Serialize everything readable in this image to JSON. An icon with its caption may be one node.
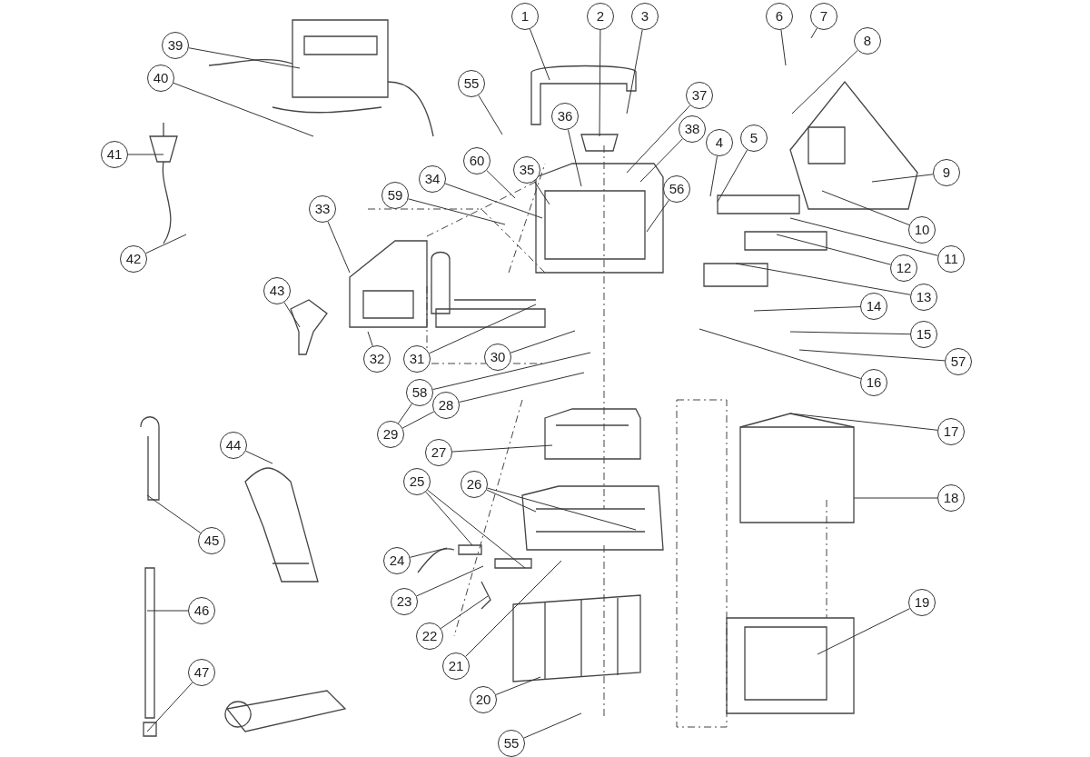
{
  "diagram": {
    "nodes": [
      {
        "text": [
          "39"
        ]
      },
      {
        "text": [
          "40"
        ]
      },
      {
        "text": [
          "55"
        ]
      },
      {
        "text": [
          "1"
        ]
      },
      {
        "text": [
          "2"
        ]
      },
      {
        "text": [
          "3"
        ]
      },
      {
        "text": [
          "6"
        ]
      },
      {
        "text": [
          "7"
        ]
      },
      {
        "text": [
          "8"
        ]
      },
      {
        "text": [
          "37"
        ]
      },
      {
        "text": [
          "36"
        ]
      },
      {
        "text": [
          "38"
        ]
      },
      {
        "text": [
          "4"
        ]
      },
      {
        "text": [
          "5"
        ]
      },
      {
        "text": [
          "41"
        ]
      },
      {
        "text": [
          "60"
        ]
      },
      {
        "text": [
          "35"
        ]
      },
      {
        "text": [
          "9"
        ]
      },
      {
        "text": [
          "34"
        ]
      },
      {
        "text": [
          "56"
        ]
      },
      {
        "text": [
          "59"
        ]
      },
      {
        "text": [
          "33"
        ]
      },
      {
        "text": [
          "10"
        ]
      },
      {
        "text": [
          "42"
        ]
      },
      {
        "text": [
          "11"
        ]
      },
      {
        "text": [
          "12"
        ]
      },
      {
        "text": [
          "43"
        ]
      },
      {
        "text": [
          "13"
        ]
      },
      {
        "text": [
          "14"
        ]
      },
      {
        "text": [
          "15"
        ]
      },
      {
        "text": [
          "31"
        ]
      },
      {
        "text": [
          "30"
        ]
      },
      {
        "text": [
          "32"
        ]
      },
      {
        "text": [
          "57"
        ]
      },
      {
        "text": [
          "16"
        ]
      },
      {
        "text": [
          "58"
        ]
      },
      {
        "text": [
          "28"
        ]
      },
      {
        "text": [
          "29"
        ]
      },
      {
        "text": [
          "17"
        ]
      },
      {
        "text": [
          "44"
        ]
      },
      {
        "text": [
          "27"
        ]
      },
      {
        "text": [
          "25"
        ]
      },
      {
        "text": [
          "26"
        ]
      },
      {
        "text": [
          "18"
        ]
      },
      {
        "text": [
          "45"
        ]
      },
      {
        "text": [
          "24"
        ]
      },
      {
        "text": [
          "23"
        ]
      },
      {
        "text": [
          "19"
        ]
      },
      {
        "text": [
          "46"
        ]
      },
      {
        "text": [
          "22"
        ]
      },
      {
        "text": [
          "21"
        ]
      },
      {
        "text": [
          "47"
        ]
      },
      {
        "text": [
          "20"
        ]
      },
      {
        "text": [
          "55"
        ]
      }
    ],
    "edges": [
      {
        "from": 0,
        "to": null,
        "arrow": "none"
      },
      {
        "from": 1,
        "to": null,
        "arrow": "none"
      },
      {
        "from": 2,
        "to": null,
        "arrow": "none"
      },
      {
        "from": 3,
        "to": null,
        "arrow": "none"
      },
      {
        "from": 4,
        "to": null,
        "arrow": "none"
      },
      {
        "from": 5,
        "to": null,
        "arrow": "none"
      },
      {
        "from": 6,
        "to": null,
        "arrow": "none"
      },
      {
        "from": 7,
        "to": null,
        "arrow": "none"
      },
      {
        "from": 8,
        "to": null,
        "arrow": "none"
      },
      {
        "from": 9,
        "to": null,
        "arrow": "none"
      },
      {
        "from": 10,
        "to": null,
        "arrow": "none"
      },
      {
        "from": 11,
        "to": null,
        "arrow": "none"
      },
      {
        "from": 12,
        "to": null,
        "arrow": "none"
      },
      {
        "from": 13,
        "to": null,
        "arrow": "none"
      },
      {
        "from": 14,
        "to": null,
        "arrow": "none"
      },
      {
        "from": 15,
        "to": null,
        "arrow": "none"
      },
      {
        "from": 16,
        "to": null,
        "arrow": "none"
      },
      {
        "from": 17,
        "to": null,
        "arrow": "none"
      },
      {
        "from": 18,
        "to": null,
        "arrow": "none"
      },
      {
        "from": 19,
        "to": null,
        "arrow": "none"
      },
      {
        "from": 20,
        "to": null,
        "arrow": "none"
      },
      {
        "from": 21,
        "to": null,
        "arrow": "none"
      },
      {
        "from": 22,
        "to": null,
        "arrow": "none"
      },
      {
        "from": 23,
        "to": null,
        "arrow": "none"
      },
      {
        "from": 24,
        "to": null,
        "arrow": "none"
      },
      {
        "from": 25,
        "to": null,
        "arrow": "none"
      },
      {
        "from": 26,
        "to": null,
        "arrow": "none"
      },
      {
        "from": 27,
        "to": null,
        "arrow": "none"
      },
      {
        "from": 28,
        "to": null,
        "arrow": "none"
      },
      {
        "from": 29,
        "to": null,
        "arrow": "none"
      },
      {
        "from": 30,
        "to": null,
        "arrow": "none"
      },
      {
        "from": 31,
        "to": null,
        "arrow": "none"
      },
      {
        "from": 32,
        "to": null,
        "arrow": "none"
      },
      {
        "from": 33,
        "to": null,
        "arrow": "none"
      },
      {
        "from": 34,
        "to": null,
        "arrow": "none"
      },
      {
        "from": 35,
        "to": null,
        "arrow": "none"
      },
      {
        "from": 36,
        "to": null,
        "arrow": "none"
      },
      {
        "from": 37,
        "to": 35,
        "arrow": "none"
      },
      {
        "from": 37,
        "to": 36,
        "arrow": "none"
      },
      {
        "from": 38,
        "to": null,
        "arrow": "none"
      },
      {
        "from": 39,
        "to": null,
        "arrow": "none"
      },
      {
        "from": 40,
        "to": null,
        "arrow": "none"
      },
      {
        "from": 41,
        "to": null,
        "arrow": "none"
      },
      {
        "from": 41,
        "to": null,
        "arrow": "none"
      },
      {
        "from": 42,
        "to": null,
        "arrow": "none"
      },
      {
        "from": 42,
        "to": null,
        "arrow": "none"
      },
      {
        "from": 43,
        "to": null,
        "arrow": "none"
      },
      {
        "from": 44,
        "to": null,
        "arrow": "none"
      },
      {
        "from": 45,
        "to": null,
        "arrow": "none"
      },
      {
        "from": 46,
        "to": null,
        "arrow": "none"
      },
      {
        "from": 47,
        "to": null,
        "arrow": "none"
      },
      {
        "from": 48,
        "to": null,
        "arrow": "none"
      },
      {
        "from": 49,
        "to": null,
        "arrow": "none"
      },
      {
        "from": 50,
        "to": null,
        "arrow": "none"
      },
      {
        "from": 51,
        "to": null,
        "arrow": "none"
      },
      {
        "from": 52,
        "to": null,
        "arrow": "none"
      },
      {
        "from": 53,
        "to": null,
        "arrow": "none"
      }
    ]
  }
}
